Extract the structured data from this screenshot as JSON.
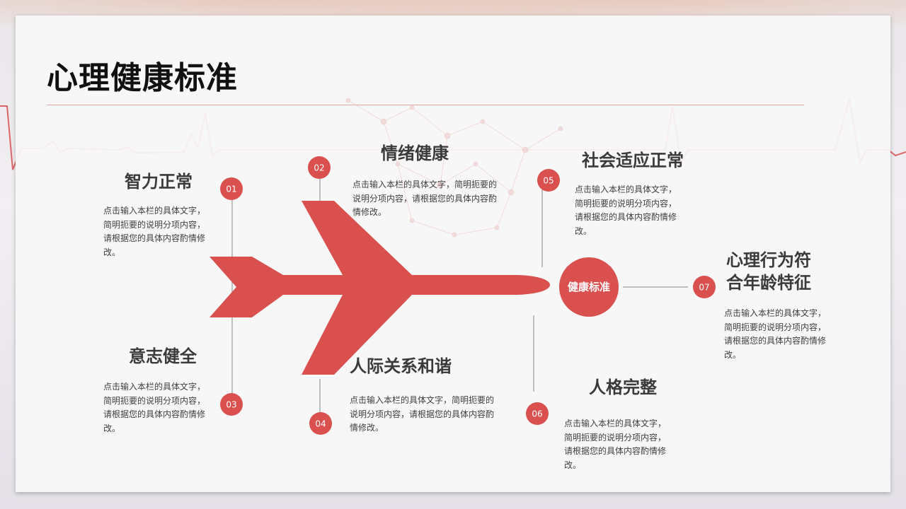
{
  "title": "心理健康标准",
  "center_label": "健康标准",
  "colors": {
    "accent": "#d9504f",
    "connector": "#9a9a9a",
    "title_rule": "#e3a7a7",
    "heading": "#3a3a3a"
  },
  "items": [
    {
      "num": "01",
      "heading": "智力正常",
      "desc": "点击输入本栏的具体文字，简明扼要的说明分项内容，请根据您的具体内容酌情修改。"
    },
    {
      "num": "02",
      "heading": "情绪健康",
      "desc": "点击输入本栏的具体文字，简明扼要的说明分项内容，请根据您的具体内容酌情修改。"
    },
    {
      "num": "03",
      "heading": "意志健全",
      "desc": "点击输入本栏的具体文字，简明扼要的说明分项内容，请根据您的具体内容酌情修改。"
    },
    {
      "num": "04",
      "heading": "人际关系和谐",
      "desc": "点击输入本栏的具体文字，简明扼要的说明分项内容，请根据您的具体内容酌情修改。"
    },
    {
      "num": "05",
      "heading": "社会适应正常",
      "desc": "点击输入本栏的具体文字，简明扼要的说明分项内容，请根据您的具体内容酌情修改。"
    },
    {
      "num": "06",
      "heading": "人格完整",
      "desc": "点击输入本栏的具体文字，简明扼要的说明分项内容，请根据您的具体内容酌情修改。"
    },
    {
      "num": "07",
      "heading_line1": "心理行为符",
      "heading_line2": "合年龄特征",
      "desc": "点击输入本栏的具体文字，简明扼要的说明分项内容，请根据您的具体内容酌情修改。"
    }
  ]
}
